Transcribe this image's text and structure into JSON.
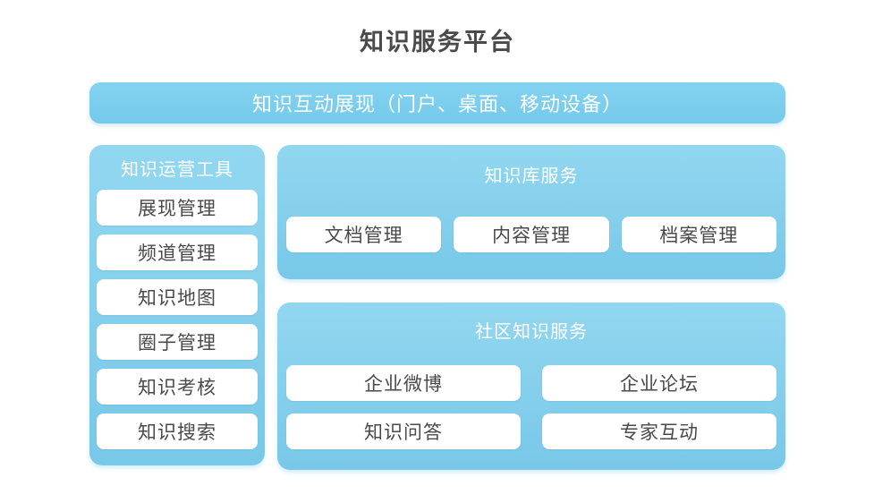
{
  "title": "知识服务平台",
  "banner": {
    "label": "知识互动展现（门户、桌面、移动设备）"
  },
  "operation_tools": {
    "header": "知识运营工具",
    "items": [
      "展现管理",
      "频道管理",
      "知识地图",
      "圈子管理",
      "知识考核",
      "知识搜索"
    ]
  },
  "knowledge_base_service": {
    "header": "知识库服务",
    "items": [
      "文档管理",
      "内容管理",
      "档案管理"
    ]
  },
  "community_knowledge_service": {
    "header": "社区知识服务",
    "items": [
      "企业微博",
      "企业论坛",
      "知识问答",
      "专家互动"
    ]
  },
  "colors": {
    "panel_blue_top": "#92d7f0",
    "panel_blue_bottom": "#78c8e8",
    "banner_blue": "#7bcfee",
    "item_bg": "#ffffff",
    "text_dark": "#4a4a4a",
    "text_white": "#ffffff",
    "page_bg": "#ffffff"
  }
}
